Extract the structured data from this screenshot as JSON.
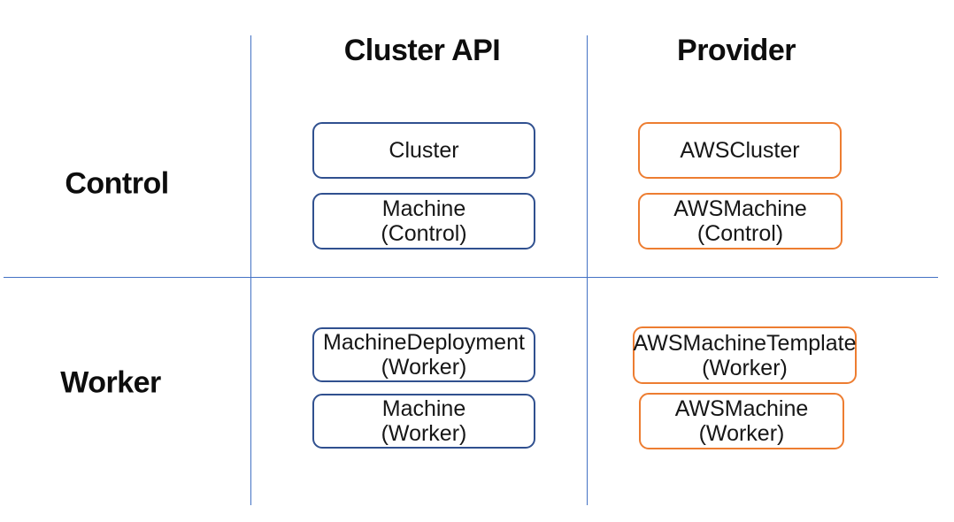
{
  "diagram": {
    "columns": [
      {
        "label": "Cluster API"
      },
      {
        "label": "Provider"
      }
    ],
    "rows": [
      {
        "label": "Control"
      },
      {
        "label": "Worker"
      }
    ],
    "colors": {
      "cluster_api_box_border": "#30508F",
      "provider_box_border": "#ED7D31",
      "grid_line": "#4472C4",
      "text": "#0d0d0d"
    },
    "boxes": [
      {
        "column": "Cluster API",
        "row": "Control",
        "lines": [
          "Cluster"
        ]
      },
      {
        "column": "Cluster API",
        "row": "Control",
        "lines": [
          "Machine",
          "(Control)"
        ]
      },
      {
        "column": "Provider",
        "row": "Control",
        "lines": [
          "AWSCluster"
        ]
      },
      {
        "column": "Provider",
        "row": "Control",
        "lines": [
          "AWSMachine",
          "(Control)"
        ]
      },
      {
        "column": "Cluster API",
        "row": "Worker",
        "lines": [
          "MachineDeployment",
          "(Worker)"
        ]
      },
      {
        "column": "Cluster API",
        "row": "Worker",
        "lines": [
          "Machine",
          "(Worker)"
        ]
      },
      {
        "column": "Provider",
        "row": "Worker",
        "lines": [
          "AWSMachineTemplate",
          "(Worker)"
        ]
      },
      {
        "column": "Provider",
        "row": "Worker",
        "lines": [
          "AWSMachine",
          "(Worker)"
        ]
      }
    ]
  }
}
